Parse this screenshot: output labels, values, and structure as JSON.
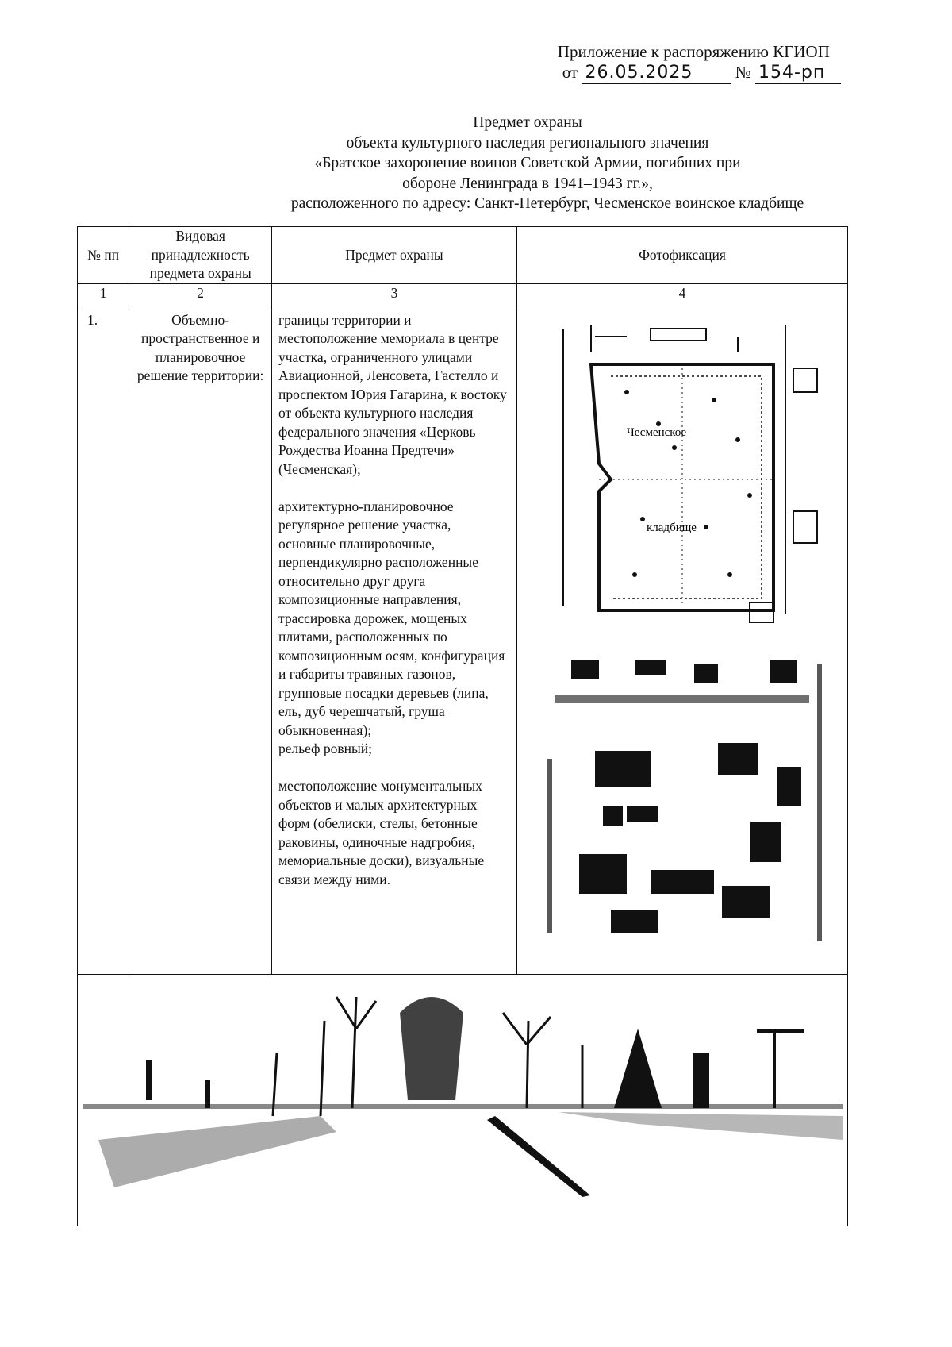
{
  "header": {
    "line1": "Приложение к распоряжению КГИОП",
    "date_prefix": "от",
    "date": "26.05.2025",
    "number_prefix": "№",
    "number": "154-рп"
  },
  "title": [
    "Предмет охраны",
    "объекта культурного наследия регионального значения",
    "«Братское захоронение воинов Советской Армии, погибших при",
    "обороне Ленинграда в 1941–1943 гг.»,",
    "расположенного по адресу: Санкт-Петербург, Чесменское воинское кладбище"
  ],
  "table": {
    "headers": [
      "№ пп",
      "Видовая принадлежность предмета охраны",
      "Предмет охраны",
      "Фотофиксация"
    ],
    "column_numbers": [
      "1",
      "2",
      "3",
      "4"
    ],
    "rows": [
      {
        "number": "1.",
        "type": "Объемно-пространственное и планировочное решение территории:",
        "subject": [
          "границы территории и местоположение мемориала в центре участка, ограниченного улицами Авиационной, Ленсовета, Гастелло и проспектом Юрия Гагарина, к востоку от объекта культурного наследия федерального значения «Церковь Рождества Иоанна Предтечи» (Чесменская);",
          "архитектурно-планировочное регулярное решение участка, основные планировочные, перпендикулярно расположенные относительно друг друга композиционные направления, трассировка дорожек, мощеных плитами, расположенных по композиционным осям, конфигурация и габариты травяных газонов, групповые посадки деревьев (липа, ель, дуб черешчатый, груша обыкновенная);",
          "рельеф ровный;",
          "местоположение монументальных объектов и малых архитектурных форм (обелиски, стелы, бетонные раковины, одиночные надгробия, мемориальные доски), визуальные связи между ними."
        ],
        "map_labels": [
          "Чесменское",
          "кладбище"
        ]
      }
    ]
  }
}
